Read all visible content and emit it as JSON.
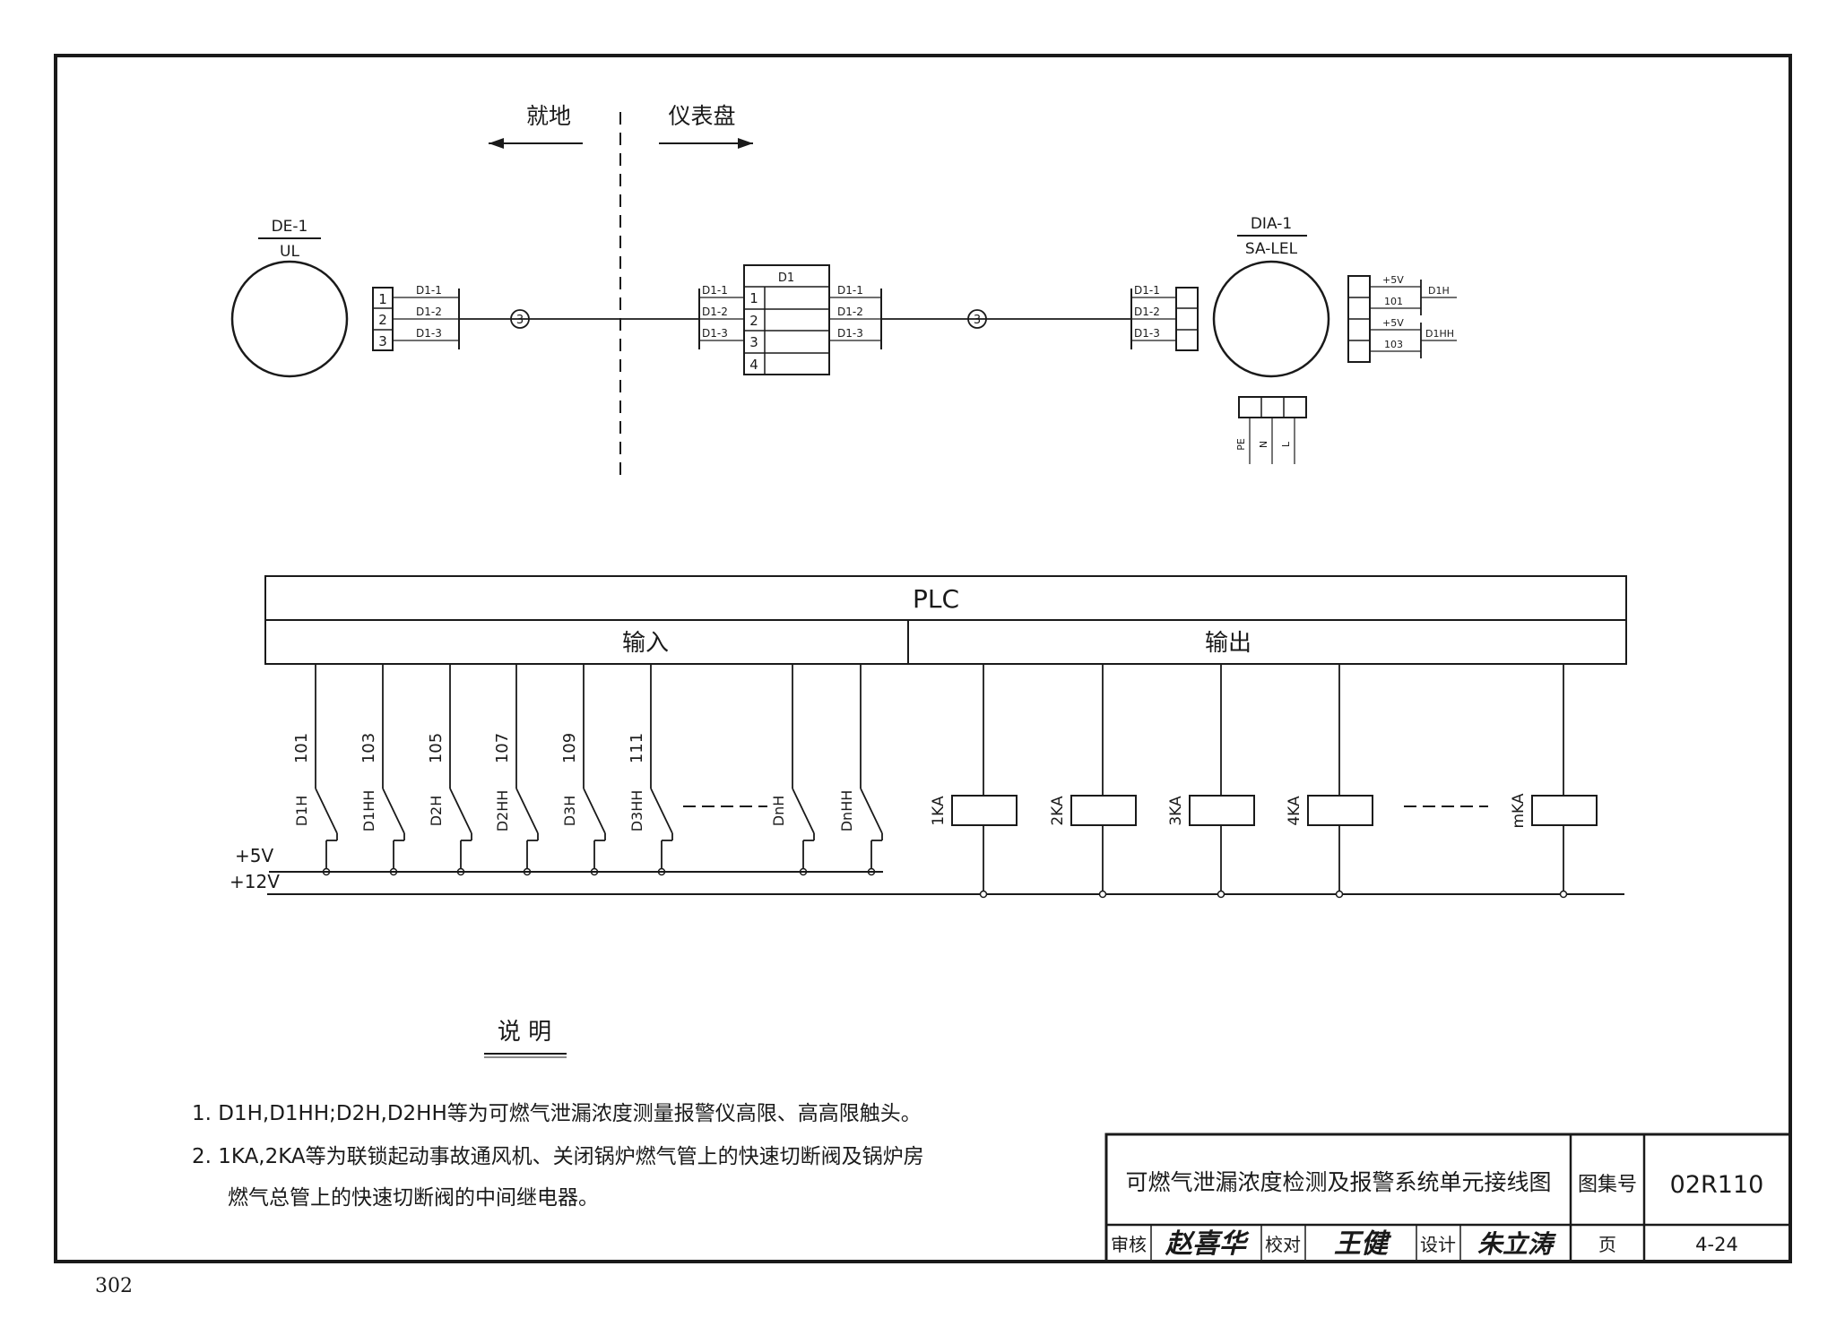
{
  "zones": {
    "local": "就地",
    "panel": "仪表盘"
  },
  "detector": {
    "tag": "DE-1",
    "type": "UL",
    "terminals": [
      "1",
      "2",
      "3"
    ],
    "wires": [
      "D1-1",
      "D1-2",
      "D1-3"
    ]
  },
  "cable_marks": [
    "3",
    "3"
  ],
  "junction": {
    "title": "D1",
    "rows": [
      "1",
      "2",
      "3",
      "4"
    ],
    "left_wires": [
      "D1-1",
      "D1-2",
      "D1-3"
    ],
    "right_wires": [
      "D1-1",
      "D1-2",
      "D1-3"
    ]
  },
  "alarm": {
    "tag": "DIA-1",
    "type": "SA-LEL",
    "input_wires": [
      "D1-1",
      "D1-2",
      "D1-3"
    ],
    "out_wires": [
      "+5V",
      "101",
      "+5V",
      "103"
    ],
    "out_signals": [
      "D1H",
      "D1HH"
    ],
    "power_terminals": [
      "PE",
      "N",
      "L"
    ]
  },
  "plc": {
    "title": "PLC",
    "input_label": "输入",
    "output_label": "输出",
    "inputs": [
      {
        "num": "101",
        "name": "D1H"
      },
      {
        "num": "103",
        "name": "D1HH"
      },
      {
        "num": "105",
        "name": "D2H"
      },
      {
        "num": "107",
        "name": "D2HH"
      },
      {
        "num": "109",
        "name": "D3H"
      },
      {
        "num": "111",
        "name": "D3HH"
      },
      {
        "num": "",
        "name": "DnH"
      },
      {
        "num": "",
        "name": "DnHH"
      }
    ],
    "relays": [
      "1KA",
      "2KA",
      "3KA",
      "4KA",
      "mKA"
    ],
    "rail_1": "+5V",
    "rail_2": "+12V"
  },
  "notes": {
    "heading": "说 明",
    "items": [
      "1. D1H,D1HH;D2H,D2HH等为可燃气泄漏浓度测量报警仪高限、高高限触头。",
      "2. 1KA,2KA等为联锁起动事故通风机、关闭锅炉燃气管上的快速切断阀及锅炉房",
      "燃气总管上的快速切断阀的中间继电器。"
    ]
  },
  "title_block": {
    "title": "可燃气泄漏浓度检测及报警系统单元接线图",
    "atlas_label": "图集号",
    "atlas_no": "02R110",
    "review_label": "审核",
    "review_sig": "赵喜华",
    "check_label": "校对",
    "check_sig": "王健",
    "design_label": "设计",
    "design_sig": "朱立涛",
    "page_label": "页",
    "page_no": "4-24"
  },
  "page_number": "302"
}
